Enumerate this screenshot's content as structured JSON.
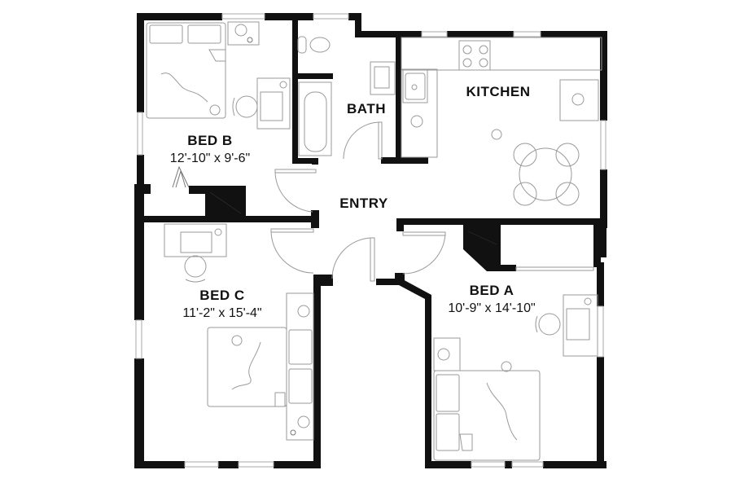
{
  "floor_plan": {
    "rooms": [
      {
        "id": "bed_b",
        "name": "BED B",
        "dimensions": "12'-10\" x 9'-6\""
      },
      {
        "id": "bath",
        "name": "BATH"
      },
      {
        "id": "kitchen",
        "name": "KITCHEN"
      },
      {
        "id": "entry",
        "name": "ENTRY"
      },
      {
        "id": "bed_c",
        "name": "BED C",
        "dimensions": "11'-2\" x 15'-4\""
      },
      {
        "id": "bed_a",
        "name": "BED A",
        "dimensions": "10'-9\" x 14'-10\""
      }
    ],
    "colors": {
      "wall": "#111111",
      "fixture_line": "#9a9a9a",
      "background": "#ffffff"
    }
  }
}
